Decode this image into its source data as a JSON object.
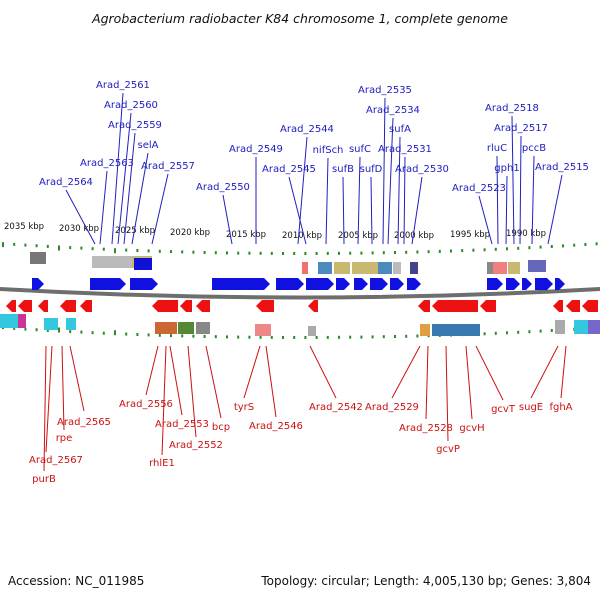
{
  "title": "Agrobacterium radiobacter K84 chromosome 1, complete genome",
  "footer": {
    "accession": "Accession: NC_011985",
    "stats": "Topology: circular; Length: 4,005,130 bp; Genes: 3,804"
  },
  "colors": {
    "forward_strand": "#1010e0",
    "reverse_strand": "#ee1111",
    "top_label": "#2020c0",
    "bottom_label": "#cc1111",
    "tick": "#2a8a2a",
    "backbone": "#777777"
  },
  "scale_labels": [
    "2035 kbp",
    "2030 kbp",
    "2025 kbp",
    "2020 kbp",
    "2015 kbp",
    "2010 kbp",
    "2005 kbp",
    "2000 kbp",
    "1995 kbp",
    "1990 kbp"
  ],
  "top_genes": [
    "Arad_2561",
    "Arad_2560",
    "Arad_2559",
    "selA",
    "Arad_2563",
    "Arad_2557",
    "Arad_2564",
    "Arad_2550",
    "Arad_2549",
    "Arad_2544",
    "Arad_2545",
    "nifSch",
    "Arad_2535",
    "Arad_2534",
    "sufA",
    "sufC",
    "sufB",
    "sufD",
    "Arad_2531",
    "Arad_2530",
    "Arad_2518",
    "Arad_2517",
    "rluC",
    "pccB",
    "gph1",
    "Arad_2515",
    "Arad_2523"
  ],
  "bottom_genes": [
    "Arad_2565",
    "rpe",
    "Arad_2567",
    "purB",
    "Arad_2556",
    "Arad_2553",
    "Arad_2552",
    "rhlE1",
    "bcp",
    "tyrS",
    "Arad_2546",
    "Arad_2542",
    "Arad_2529",
    "Arad_2528",
    "gcvP",
    "gcvH",
    "gcvT",
    "sugE",
    "fghA"
  ]
}
